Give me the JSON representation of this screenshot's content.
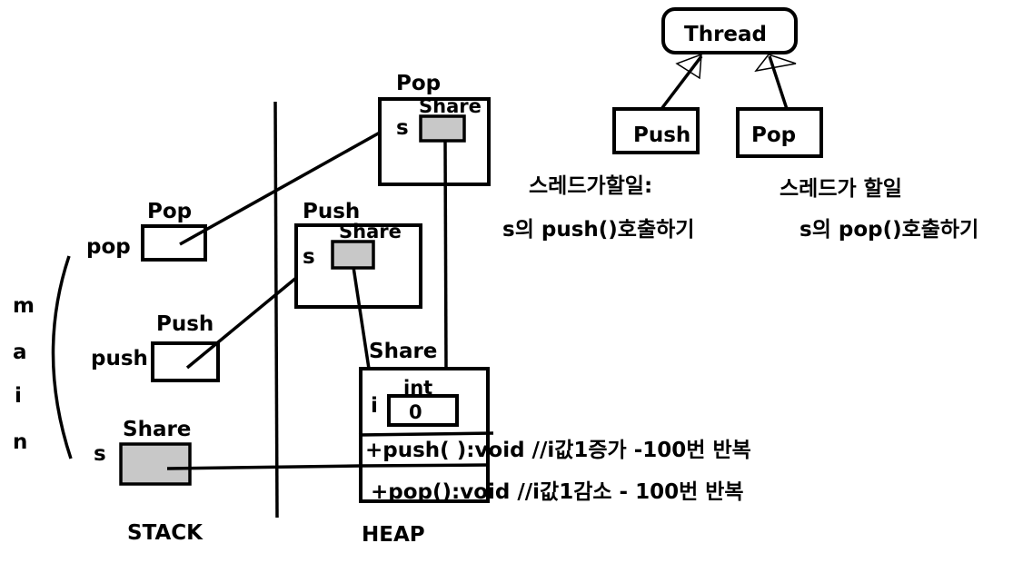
{
  "labels": {
    "main_letters": [
      "m",
      "a",
      "i",
      "n"
    ],
    "stack": "STACK",
    "heap": "HEAP",
    "stack_pop_type": "Pop",
    "stack_pop_var": "pop",
    "stack_push_type": "Push",
    "stack_push_var": "push",
    "stack_share_type": "Share",
    "stack_share_var": "s",
    "heap_pop_type": "Pop",
    "heap_pop_field": "s",
    "heap_pop_share": "Share",
    "heap_push_type": "Push",
    "heap_push_field": "s",
    "heap_push_share": "Share",
    "heap_share_type": "Share",
    "heap_share_int": "int",
    "heap_share_field": "i",
    "heap_share_value": "0",
    "method_push": "+push( ):void //i값1증가 -100번 반복",
    "method_pop": "+pop():void  //i값1감소 - 100번 반복",
    "thread": "Thread",
    "class_push": "Push",
    "class_pop": "Pop",
    "push_desc_1": "스레드가할일:",
    "push_desc_2": "s의 push()호출하기",
    "pop_desc_1": "스레드가 할일",
    "pop_desc_2": "s의 pop()호출하기"
  }
}
